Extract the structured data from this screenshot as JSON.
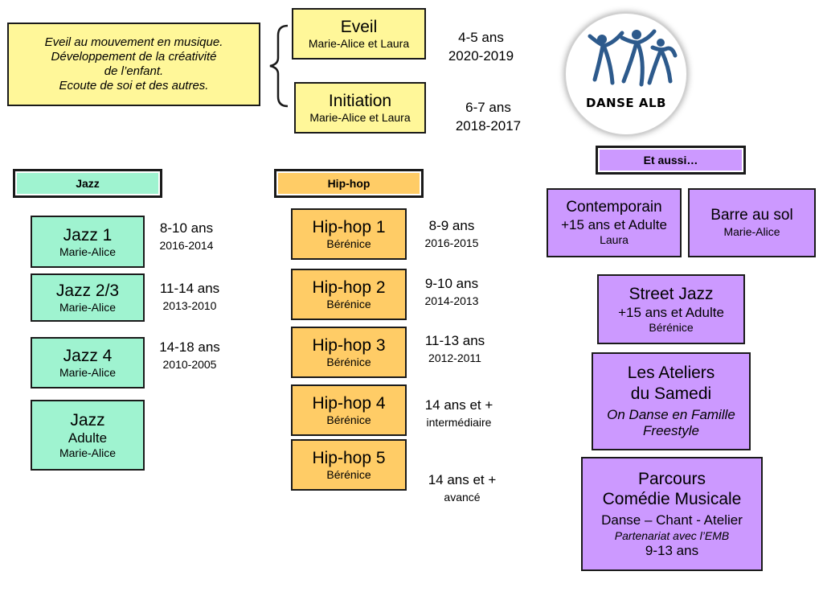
{
  "intro": {
    "lines": [
      "Eveil au mouvement en musique.",
      "Développement de la créativité",
      "de l’enfant.",
      "Ecoute de soi et des autres."
    ]
  },
  "eveil": {
    "title": "Eveil",
    "teacher": "Marie-Alice et Laura",
    "age": "4-5 ans",
    "years": "2020-2019"
  },
  "initiation": {
    "title": "Initiation",
    "teacher": "Marie-Alice et Laura",
    "age": "6-7 ans",
    "years": "2018-2017"
  },
  "logo": {
    "text": "DANSE ALB"
  },
  "headers": {
    "jazz": "Jazz",
    "hiphop": "Hip-hop",
    "aussi": "Et aussi…"
  },
  "jazz": [
    {
      "title": "Jazz 1",
      "teacher": "Marie-Alice",
      "age": "8-10 ans",
      "years": "2016-2014"
    },
    {
      "title": "Jazz 2/3",
      "teacher": "Marie-Alice",
      "age": "11-14 ans",
      "years": "2013-2010"
    },
    {
      "title": "Jazz 4",
      "teacher": "Marie-Alice",
      "age": "14-18 ans",
      "years": "2010-2005"
    },
    {
      "title": "Jazz",
      "subtitle": "Adulte",
      "teacher": "Marie-Alice"
    }
  ],
  "hiphop": [
    {
      "title": "Hip-hop 1",
      "teacher": "Bérénice",
      "age": "8-9 ans",
      "years": "2016-2015"
    },
    {
      "title": "Hip-hop 2",
      "teacher": "Bérénice",
      "age": "9-10 ans",
      "years": "2014-2013"
    },
    {
      "title": "Hip-hop 3",
      "teacher": "Bérénice",
      "age": "11-13 ans",
      "years": "2012-2011"
    },
    {
      "title": "Hip-hop 4",
      "teacher": "Bérénice",
      "age": "14 ans et  +",
      "years": "intermédiaire"
    },
    {
      "title": "Hip-hop 5",
      "teacher": "Bérénice",
      "age": "14 ans et  +",
      "years": "avancé"
    }
  ],
  "aussi": {
    "contemporain": {
      "title": "Contemporain",
      "age": "+15 ans et Adulte",
      "teacher": "Laura"
    },
    "barre": {
      "title": "Barre au sol",
      "teacher": "Marie-Alice"
    },
    "street": {
      "title": "Street Jazz",
      "age": "+15 ans et Adulte",
      "teacher": "Bérénice"
    },
    "ateliers": {
      "title1": "Les Ateliers",
      "title2": "du Samedi",
      "sub1": "On Danse en Famille",
      "sub2": "Freestyle"
    },
    "parcours": {
      "title1": "Parcours",
      "title2": "Comédie Musicale",
      "line1": "Danse – Chant - Atelier",
      "line2": "Partenariat avec l’EMB",
      "line3": "9-13 ans"
    }
  },
  "colors": {
    "eveil": "#fff799",
    "jazz": "#9ff3d0",
    "hiphop": "#ffcc66",
    "aussi": "#cc99ff",
    "logo_figures": "#2d5a8c"
  }
}
